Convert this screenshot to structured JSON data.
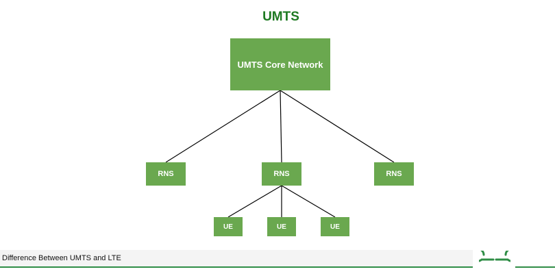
{
  "title": "UMTS",
  "nodes": {
    "core": "UMTS Core Network",
    "rns": [
      "RNS",
      "RNS",
      "RNS"
    ],
    "ue": [
      "UE",
      "UE",
      "UE"
    ]
  },
  "footer": {
    "caption": "Difference Between UMTS and LTE"
  },
  "logo": {
    "name": "geeksforgeeks-logo",
    "color": "#2f8d46"
  },
  "colors": {
    "node": "#6aa84f",
    "title": "#1e7a22"
  }
}
